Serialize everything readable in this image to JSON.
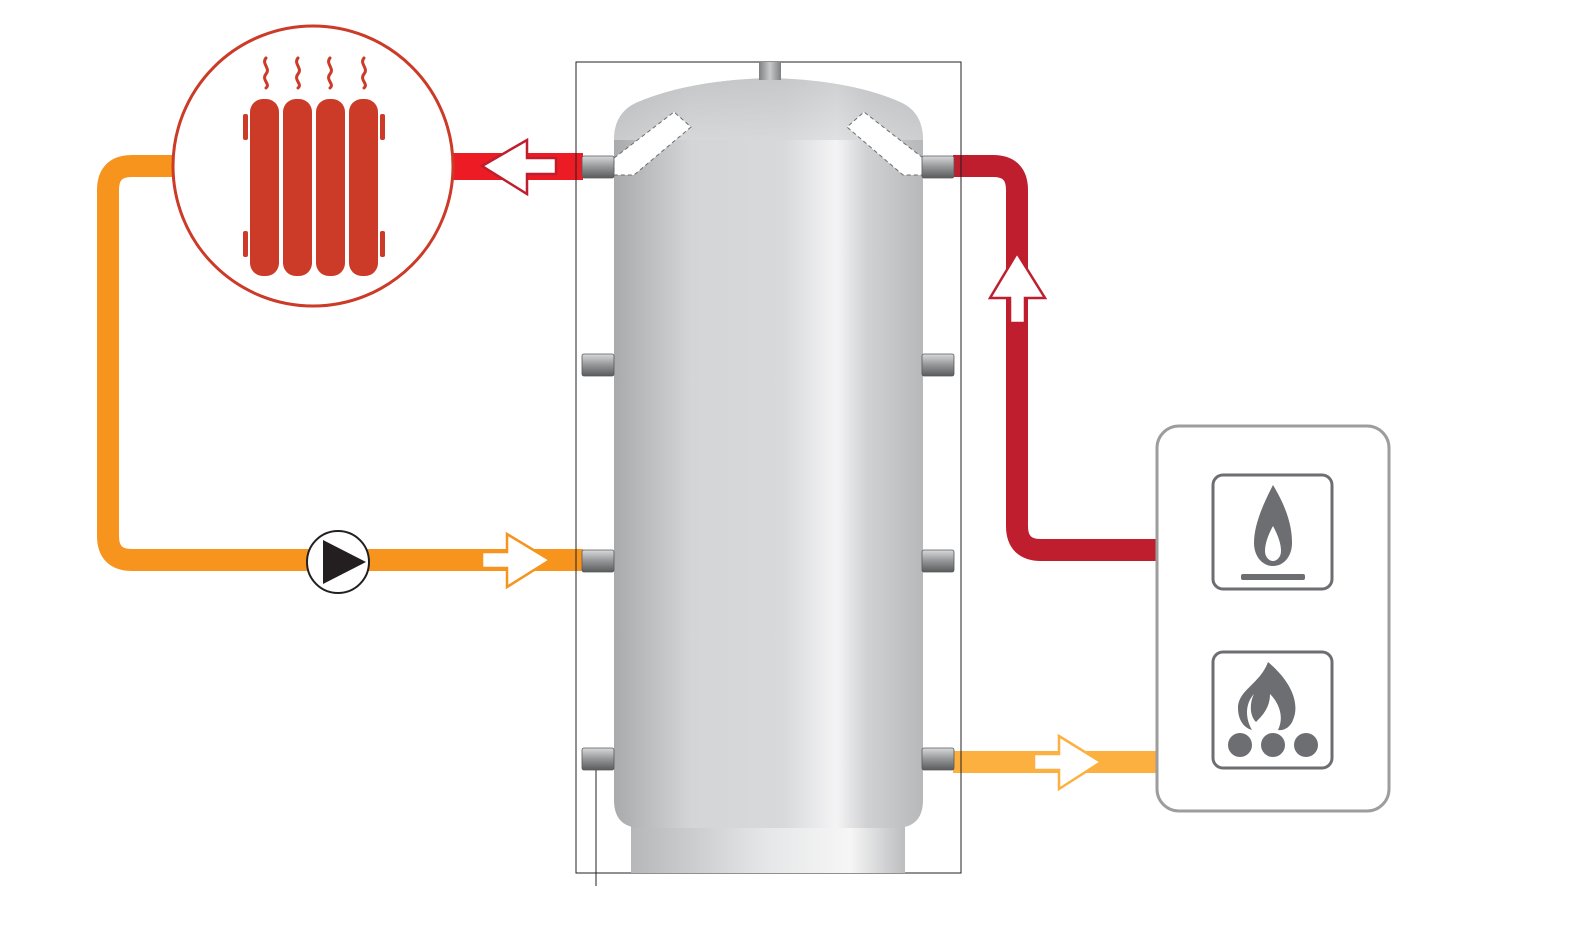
{
  "diagram": {
    "type": "heating-system-schematic",
    "labels": []
  },
  "components": {
    "radiator": {
      "icon": "radiator-icon"
    },
    "buffer_tank": {
      "icon": "buffer-tank"
    },
    "circulation_pump": {
      "icon": "pump-icon"
    },
    "boiler": {
      "icon": "boiler-icon",
      "heat_sources": [
        {
          "name": "gas",
          "icon": "gas-flame-icon"
        },
        {
          "name": "solid-fuel",
          "icon": "wood-fire-icon"
        }
      ]
    }
  },
  "pipes": [
    {
      "name": "tank-to-radiator-supply",
      "temperature": "hot"
    },
    {
      "name": "radiator-return-to-tank",
      "temperature": "warm"
    },
    {
      "name": "boiler-supply-to-tank",
      "temperature": "hot"
    },
    {
      "name": "tank-return-to-boiler",
      "temperature": "warm"
    }
  ],
  "colors": {
    "hot_supply_radiator": "#ed1c24",
    "hot_supply_boiler": "#be1e2d",
    "warm_return_radiator": "#f7941d",
    "warm_return_boiler": "#fbb040",
    "radiator_red": "#cc3a28",
    "boiler_gray": "#6d6e71",
    "boiler_frame": "#9d9d9d",
    "tank_silver": "#c9cacc"
  }
}
